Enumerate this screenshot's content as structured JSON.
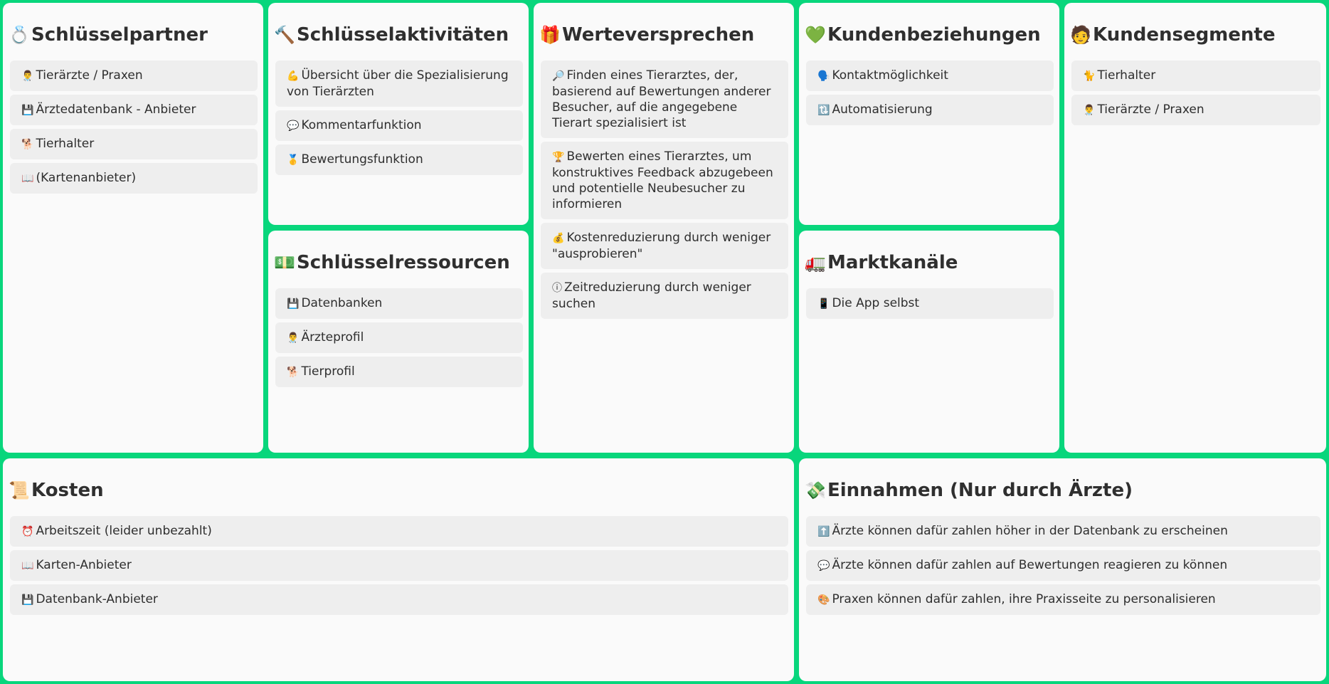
{
  "theme": {
    "border_color": "#08d67c",
    "panel_bg": "#fafafa",
    "item_bg": "#eeeeee"
  },
  "schluesselpartner": {
    "icon": "💍",
    "title": "Schlüsselpartner",
    "items": [
      {
        "icon": "👨‍⚕️",
        "text": "Tierärzte / Praxen"
      },
      {
        "icon": "💾",
        "text": "Ärztedatenbank - Anbieter"
      },
      {
        "icon": "🐕",
        "text": "Tierhalter"
      },
      {
        "icon": "📖",
        "text": "(Kartenanbieter)"
      }
    ]
  },
  "schluesselaktivitaeten": {
    "icon": "🔨",
    "title": "Schlüsselaktivitäten",
    "items": [
      {
        "icon": "💪",
        "text": "Übersicht über die Spezialisierung von Tierärzten"
      },
      {
        "icon": "💬",
        "text": "Kommentarfunktion"
      },
      {
        "icon": "🥇",
        "text": "Bewertungsfunktion"
      }
    ]
  },
  "schluesselressourcen": {
    "icon": "💵",
    "title": "Schlüsselressourcen",
    "items": [
      {
        "icon": "💾",
        "text": "Datenbanken"
      },
      {
        "icon": "👨‍⚕️",
        "text": "Ärzteprofil"
      },
      {
        "icon": "🐕",
        "text": "Tierprofil"
      }
    ]
  },
  "werteversprechen": {
    "icon": "🎁",
    "title": "Werteversprechen",
    "items": [
      {
        "icon": "🔎",
        "text": "Finden eines Tierarztes, der, basierend auf Bewertungen anderer Besucher, auf die angegebene Tierart spezialisiert ist"
      },
      {
        "icon": "🏆",
        "text": "Bewerten eines Tierarztes, um konstruktives Feedback abzugebeen und potentielle Neubesucher zu informieren"
      },
      {
        "icon": "💰",
        "text": "Kostenreduzierung durch weniger \"ausprobieren\""
      },
      {
        "icon": "ⓘ",
        "text": "Zeitreduzierung durch weniger suchen"
      }
    ]
  },
  "kundenbeziehungen": {
    "icon": "💚",
    "title": "Kundenbeziehungen",
    "items": [
      {
        "icon": "🗣️",
        "text": "Kontaktmöglichkeit"
      },
      {
        "icon": "🔃",
        "text": "Automatisierung"
      }
    ]
  },
  "marktkanaele": {
    "icon": "🚛",
    "title": "Marktkanäle",
    "items": [
      {
        "icon": "📱",
        "text": "Die App selbst"
      }
    ]
  },
  "kundensegmente": {
    "icon": "🧑",
    "title": "Kundensegmente",
    "items": [
      {
        "icon": "🐈",
        "text": "Tierhalter"
      },
      {
        "icon": "👨‍⚕️",
        "text": "Tierärzte / Praxen"
      }
    ]
  },
  "kosten": {
    "icon": "📜",
    "title": "Kosten",
    "items": [
      {
        "icon": "⏰",
        "text": "Arbeitszeit (leider unbezahlt)"
      },
      {
        "icon": "📖",
        "text": "Karten-Anbieter"
      },
      {
        "icon": "💾",
        "text": "Datenbank-Anbieter"
      }
    ]
  },
  "einnahmen": {
    "icon": "💸",
    "title": "Einnahmen (Nur durch Ärzte)",
    "items": [
      {
        "icon": "⬆️",
        "text": "Ärzte können dafür zahlen höher in der Datenbank zu erscheinen"
      },
      {
        "icon": "💬",
        "text": "Ärzte können dafür zahlen auf Bewertungen reagieren zu können"
      },
      {
        "icon": "🎨",
        "text": "Praxen können dafür zahlen, ihre Praxisseite zu personalisieren"
      }
    ]
  }
}
